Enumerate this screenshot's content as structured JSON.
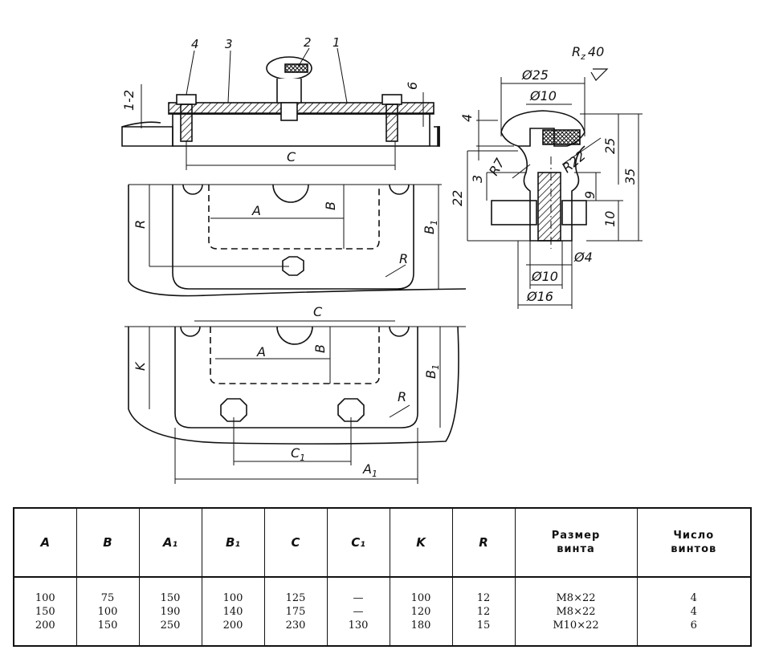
{
  "callouts": [
    "1",
    "2",
    "3",
    "4"
  ],
  "labels": {
    "c": "C",
    "c1": "C",
    "c1_sub": "1",
    "a": "A",
    "a1": "A",
    "a1_sub": "1",
    "b": "B",
    "b1": "B",
    "b1_sub": "1",
    "k": "K",
    "r": "R",
    "dim_12": "1-2",
    "dim_6": "6",
    "rz": "R",
    "rz_sub": "z",
    "rz_val": "40",
    "d25": "Ø25",
    "d10": "Ø10",
    "d4": "Ø4",
    "d10b": "Ø10",
    "d16": "Ø16",
    "d_4": "4",
    "d_3": "3",
    "d_22": "22",
    "d_9": "9",
    "d_10": "10",
    "d_25": "25",
    "d_35": "35",
    "r7": "R7",
    "r22": "R22"
  },
  "table": {
    "headers": [
      "A",
      "B",
      "A₁",
      "B₁",
      "C",
      "C₁",
      "K",
      "R",
      "Размер\nвинта",
      "Число\nвинтов"
    ],
    "rows": [
      [
        "100",
        "75",
        "150",
        "100",
        "125",
        "—",
        "100",
        "12",
        "M8×22",
        "4"
      ],
      [
        "150",
        "100",
        "190",
        "140",
        "175",
        "—",
        "120",
        "12",
        "M8×22",
        "4"
      ],
      [
        "200",
        "150",
        "250",
        "200",
        "230",
        "130",
        "180",
        "15",
        "M10×22",
        "6"
      ]
    ]
  }
}
